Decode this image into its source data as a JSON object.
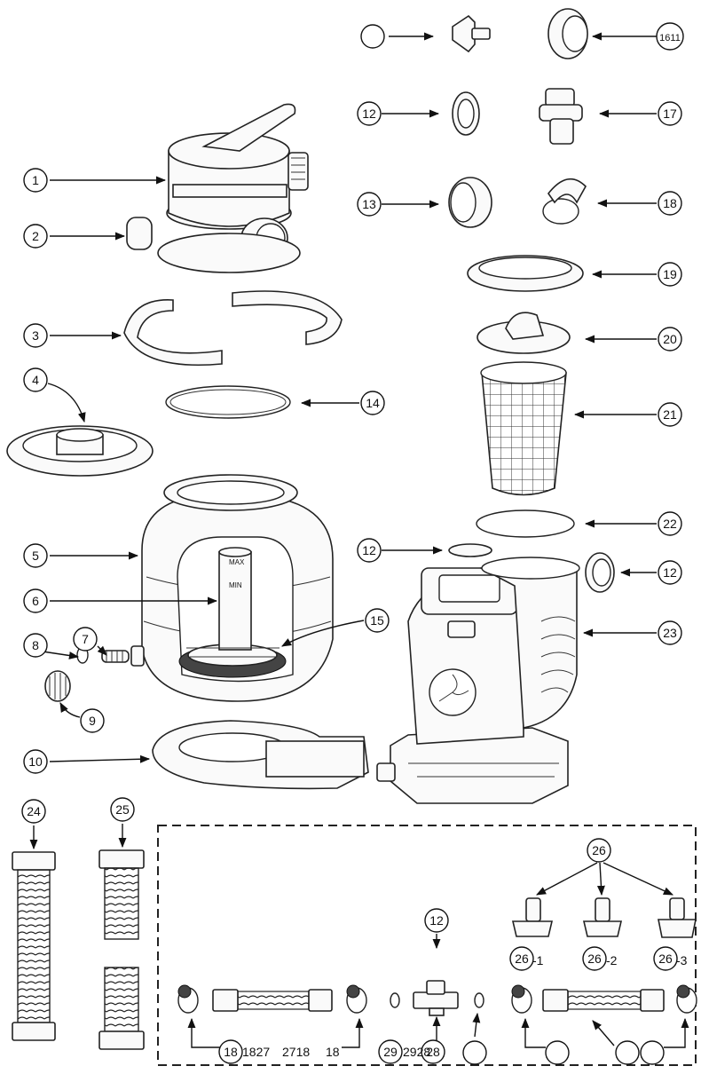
{
  "callouts": [
    {
      "id": "c1",
      "label": "1"
    },
    {
      "id": "c2",
      "label": "2"
    },
    {
      "id": "c3",
      "label": "3"
    },
    {
      "id": "c4",
      "label": "4"
    },
    {
      "id": "c5",
      "label": "5"
    },
    {
      "id": "c6",
      "label": "6"
    },
    {
      "id": "c7",
      "label": "7"
    },
    {
      "id": "c8",
      "label": "8"
    },
    {
      "id": "c9",
      "label": "9"
    },
    {
      "id": "c10",
      "label": "10"
    },
    {
      "id": "c1611",
      "label": "1611"
    },
    {
      "id": "c12a",
      "label": "12"
    },
    {
      "id": "c13",
      "label": "13"
    },
    {
      "id": "c17",
      "label": "17"
    },
    {
      "id": "c18a",
      "label": "18"
    },
    {
      "id": "c19",
      "label": "19"
    },
    {
      "id": "c20",
      "label": "20"
    },
    {
      "id": "c14",
      "label": "14"
    },
    {
      "id": "c21",
      "label": "21"
    },
    {
      "id": "c22",
      "label": "22"
    },
    {
      "id": "c12b",
      "label": "12"
    },
    {
      "id": "c12c",
      "label": "12"
    },
    {
      "id": "c15",
      "label": "15"
    },
    {
      "id": "c23",
      "label": "23"
    },
    {
      "id": "c24",
      "label": "24"
    },
    {
      "id": "c25",
      "label": "25"
    },
    {
      "id": "c26",
      "label": "26"
    },
    {
      "id": "c12d",
      "label": "12"
    },
    {
      "id": "c26-1",
      "label": "26"
    },
    {
      "id": "c26-2",
      "label": "26"
    },
    {
      "id": "c26-3",
      "label": "26"
    },
    {
      "id": "c18b",
      "label": "18"
    },
    {
      "id": "c29",
      "label": "29"
    },
    {
      "id": "c28",
      "label": "28"
    },
    {
      "id": "blank1",
      "label": ""
    },
    {
      "id": "blank2",
      "label": ""
    },
    {
      "id": "blank3",
      "label": ""
    },
    {
      "id": "blank4",
      "label": ""
    },
    {
      "id": "blank5",
      "label": ""
    }
  ],
  "text_labels": {
    "gauge_max": "MAX",
    "gauge_min": "MIN",
    "suffix_26_1": "-1",
    "suffix_26_2": "-2",
    "suffix_26_3": "-3",
    "bottom_18_1827": "1827",
    "bottom_2718": "2718",
    "bottom_18_end": "18",
    "bottom_2928": "2928"
  }
}
